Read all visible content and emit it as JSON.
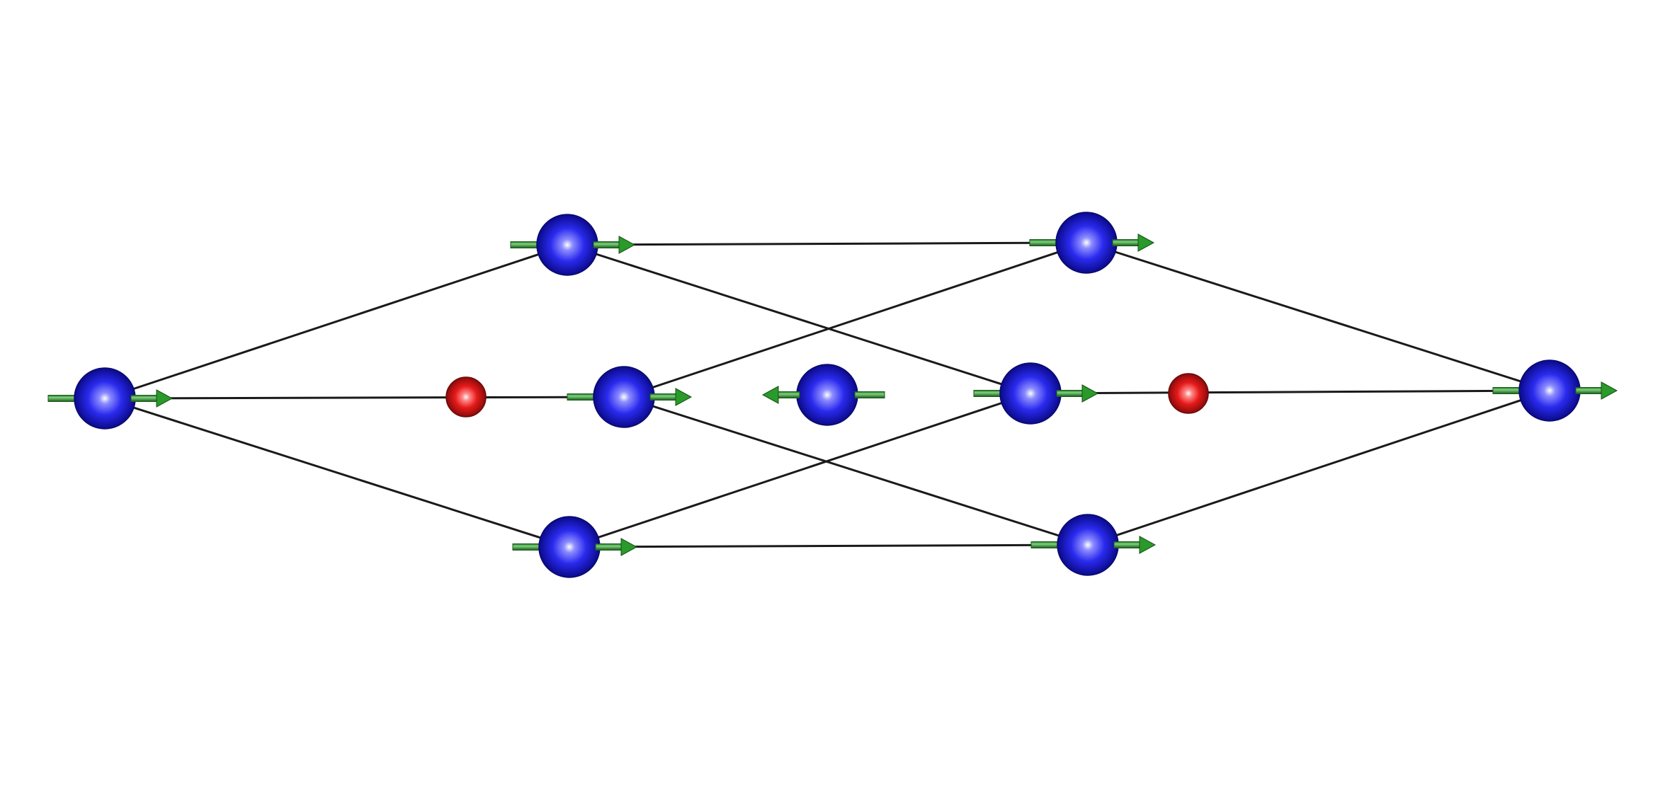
{
  "structure": {
    "background_color": "#ffffff",
    "bond_color": "#1a1a1a",
    "colors": {
      "blue_atom": "#1e1ee6",
      "red_atom": "#e01818",
      "spin_arrow": "#2a9a2a"
    },
    "atoms": [
      {
        "id": "A1",
        "element": "blue",
        "spin": "right"
      },
      {
        "id": "A2",
        "element": "blue",
        "spin": "right"
      },
      {
        "id": "A3",
        "element": "blue",
        "spin": "right"
      },
      {
        "id": "A4",
        "element": "blue",
        "spin": "right"
      },
      {
        "id": "A5",
        "element": "blue",
        "spin": "left"
      },
      {
        "id": "A6",
        "element": "blue",
        "spin": "right"
      },
      {
        "id": "A7",
        "element": "blue",
        "spin": "right"
      },
      {
        "id": "A8",
        "element": "blue",
        "spin": "right"
      },
      {
        "id": "A9",
        "element": "blue",
        "spin": "right"
      },
      {
        "id": "A10",
        "element": "blue",
        "spin": "right"
      },
      {
        "id": "R1",
        "element": "red",
        "spin": "none"
      },
      {
        "id": "R2",
        "element": "red",
        "spin": "none"
      }
    ],
    "bonds": [
      [
        "A1",
        "A2"
      ],
      [
        "A1",
        "A3"
      ],
      [
        "A1",
        "A4"
      ],
      [
        "A2",
        "A7"
      ],
      [
        "A2",
        "A6"
      ],
      [
        "A3",
        "A8"
      ],
      [
        "A3",
        "A6"
      ],
      [
        "A4",
        "A7"
      ],
      [
        "A4",
        "A8"
      ],
      [
        "A6",
        "A10"
      ],
      [
        "A7",
        "A10"
      ],
      [
        "A8",
        "A10"
      ]
    ]
  }
}
